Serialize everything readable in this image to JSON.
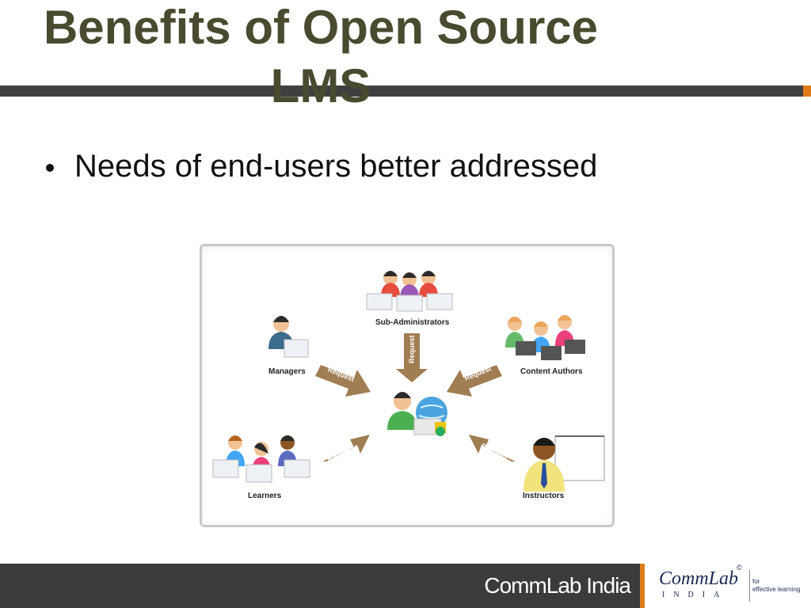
{
  "slide": {
    "title_line1": "Benefits of Open Source",
    "title_line2": "LMS",
    "bullet": "Needs of end-users better addressed"
  },
  "diagram": {
    "nodes": {
      "sub_admins": "Sub-Administrators",
      "managers": "Managers",
      "content_authors": "Content Authors",
      "learners": "Learners",
      "instructors": "Instructors"
    },
    "arrow_label": "Request"
  },
  "footer": {
    "text": "CommLab India",
    "logo_main": "CommLab",
    "logo_sub": "INDIA",
    "tag_line1": "for",
    "tag_line2": "effective learning",
    "copyright": "©"
  },
  "colors": {
    "title": "#4a4a30",
    "bar": "#3f3f3f",
    "accent": "#e07b1a",
    "arrow": "#a07d52"
  }
}
